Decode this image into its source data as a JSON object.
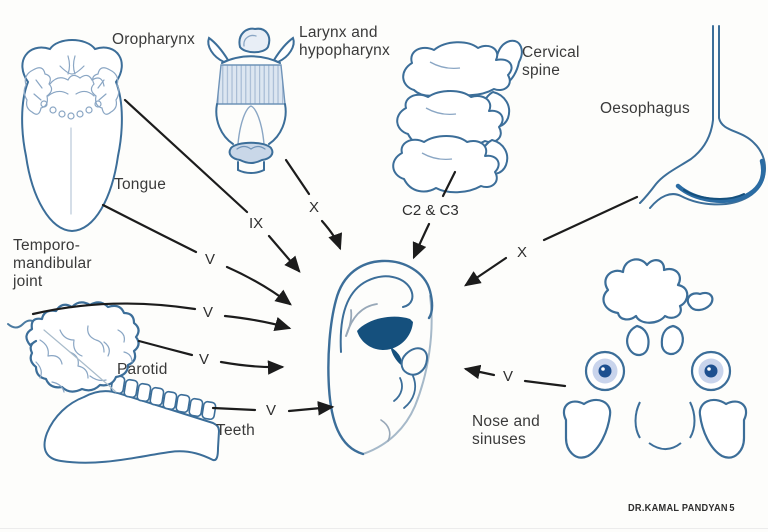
{
  "labels": {
    "oropharynx": "Oropharynx",
    "larynx_line1": "Larynx and",
    "larynx_line2": "hypopharynx",
    "cervical_line1": "Cervical",
    "cervical_line2": "spine",
    "oesophagus": "Oesophagus",
    "tongue": "Tongue",
    "tmj_line1": "Temporo-",
    "tmj_line2": "mandibular",
    "tmj_line3": "joint",
    "parotid": "Parotid",
    "teeth": "Teeth",
    "nose_line1": "Nose and",
    "nose_line2": "sinuses"
  },
  "nerves": {
    "oropharynx": "IX",
    "larynx": "X",
    "cervical": "C2 & C3",
    "oesophagus": "X",
    "tongue": "V",
    "tmj": "V",
    "parotid": "V",
    "teeth": "V",
    "nose": "V"
  },
  "connections": [
    {
      "source": "Oropharynx",
      "nerve": "IX"
    },
    {
      "source": "Larynx and hypopharynx",
      "nerve": "X"
    },
    {
      "source": "Cervical spine",
      "nerve": "C2 & C3"
    },
    {
      "source": "Oesophagus",
      "nerve": "X"
    },
    {
      "source": "Tongue",
      "nerve": "V"
    },
    {
      "source": "Temporomandibular joint",
      "nerve": "V"
    },
    {
      "source": "Parotid",
      "nerve": "V"
    },
    {
      "source": "Teeth",
      "nerve": "V"
    },
    {
      "source": "Nose and sinuses",
      "nerve": "V"
    }
  ],
  "footer": {
    "author": "DR.KAMAL PANDYAN",
    "page_number": "5"
  },
  "colors": {
    "outline": "#3c6e99",
    "light_detail": "#8aa6c4",
    "light_fill": "#dde7f2",
    "dark_fill": "#15507d",
    "arrow": "#1c1c1c",
    "text": "#3a3a3a"
  }
}
